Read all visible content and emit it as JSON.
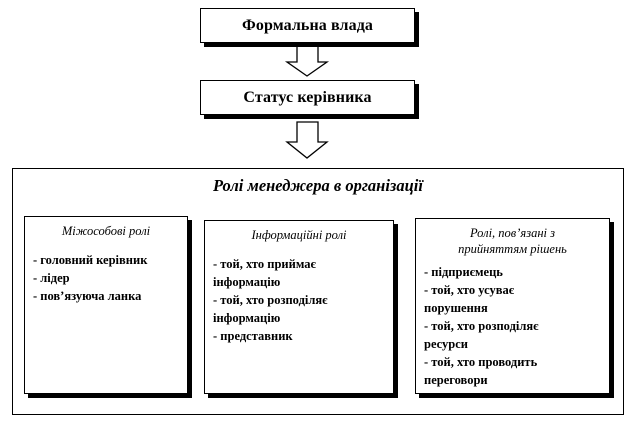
{
  "formal_power": "Формальна влада",
  "manager_status": "Статус керівника",
  "main_title": "Ролі менеджера в організації",
  "groups": [
    {
      "title_lines": [
        "Міжособові ролі"
      ],
      "items": [
        [
          "- головний керівник"
        ],
        [
          "- лідер"
        ],
        [
          "- пов’язуюча ланка"
        ]
      ]
    },
    {
      "title_lines": [
        "Інформаційні ролі"
      ],
      "items": [
        [
          "- той, хто приймає",
          "інформацію"
        ],
        [
          "- той, хто розподіляє",
          "інформацію"
        ],
        [
          "- представник"
        ]
      ]
    },
    {
      "title_lines": [
        "Ролі, пов’язані з",
        "прийняттям рішень"
      ],
      "items": [
        [
          "- підприємець"
        ],
        [
          "- той, хто усуває",
          "порушення"
        ],
        [
          "- той, хто розподіляє",
          "ресурси"
        ],
        [
          "- той, хто проводить",
          "переговори"
        ]
      ]
    }
  ]
}
